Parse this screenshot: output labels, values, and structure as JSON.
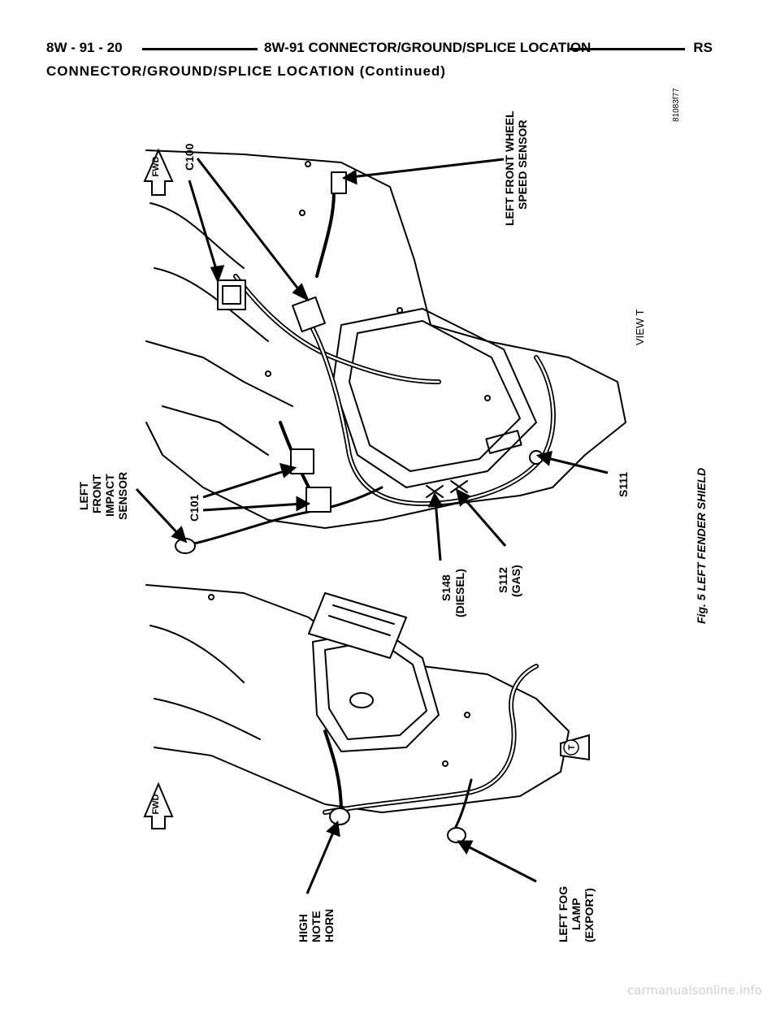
{
  "header": {
    "page_number": "8W - 91 - 20",
    "section_title": "8W-91 CONNECTOR/GROUND/SPLICE LOCATION",
    "model": "RS"
  },
  "subtitle": "CONNECTOR/GROUND/SPLICE LOCATION (Continued)",
  "figure": {
    "caption": "Fig. 5 LEFT FENDER SHIELD",
    "part_number": "81083f77",
    "view_label": "VIEW T",
    "view_symbol": "T",
    "fwd_label": "FWD",
    "labels": {
      "c100": "C100",
      "c101": "C101",
      "lfws_1": "LEFT FRONT WHEEL",
      "lfws_2": "SPEED SENSOR",
      "impact_1": "LEFT",
      "impact_2": "FRONT",
      "impact_3": "IMPACT",
      "impact_4": "SENSOR",
      "s148_1": "S148",
      "s148_2": "(DIESEL)",
      "s112_1": "S112",
      "s112_2": "(GAS)",
      "s111": "S111",
      "horn_1": "HIGH",
      "horn_2": "NOTE",
      "horn_3": "HORN",
      "fog_1": "LEFT FOG",
      "fog_2": "LAMP",
      "fog_3": "(EXPORT)"
    }
  },
  "watermark": "carmanualsonline.info"
}
